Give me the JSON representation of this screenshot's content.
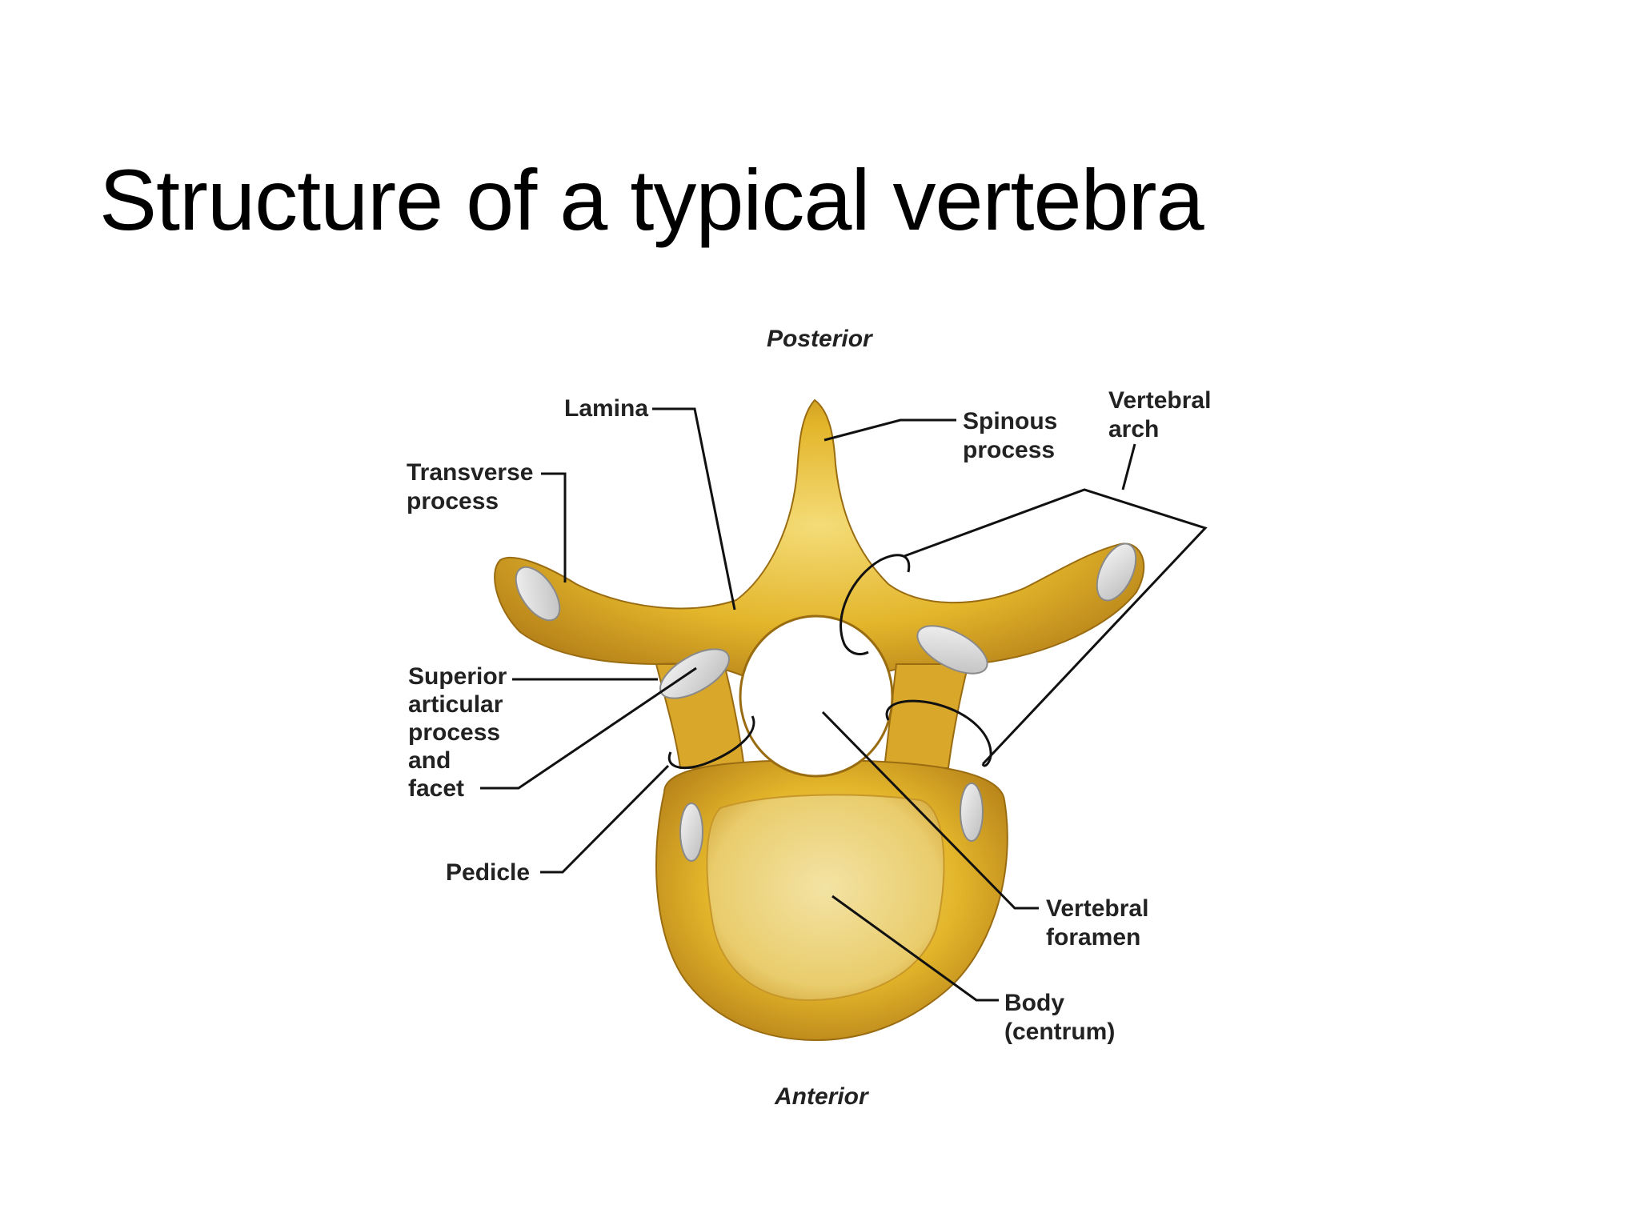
{
  "slide": {
    "title": "Structure of a typical vertebra"
  },
  "diagram": {
    "orientation": {
      "top": "Posterior",
      "bottom": "Anterior"
    },
    "labels": {
      "lamina": "Lamina",
      "transverse_process": [
        "Transverse",
        "process"
      ],
      "spinous_process": [
        "Spinous",
        "process"
      ],
      "vertebral_arch": [
        "Vertebral",
        "arch"
      ],
      "superior_articular": [
        "Superior",
        "articular",
        "process",
        "and",
        "facet"
      ],
      "pedicle": "Pedicle",
      "vertebral_foramen": [
        "Vertebral",
        "foramen"
      ],
      "body": [
        "Body",
        "(centrum)"
      ]
    },
    "colors": {
      "bone": "#e3b52a",
      "bone_light": "#f2d870",
      "bone_dark": "#b7831a",
      "facet": "#dcdcdc",
      "body_center": "#f0d98a"
    }
  }
}
